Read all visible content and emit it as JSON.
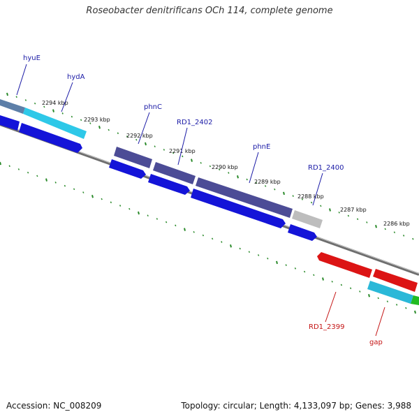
{
  "title": "Roseobacter denitrificans OCh 114, complete genome",
  "footer": {
    "accession": "Accession: NC_008209",
    "summary": "Topology: circular; Length: 4,133,097 bp; Genes: 3,988"
  },
  "colors": {
    "backbone": "#7a7a7a",
    "tick_green": "#2a8a2a",
    "label_blue": "#1a1aa6",
    "label_red": "#c41414",
    "cds_blue": "#1414d8",
    "cds_navy": "#4a4a9a",
    "cds_cyan": "#2ab8d8",
    "cds_gray": "#b8b8b8",
    "cds_red": "#dc1414",
    "cds_green": "#22bb22"
  },
  "kbp_labels": [
    "2294 kbp",
    "2293 kbp",
    "2292 kbp",
    "2291 kbp",
    "2290 kbp",
    "2289 kbp",
    "2288 kbp",
    "2287 kbp",
    "2286 kbp"
  ],
  "genes": [
    {
      "name": "hyuE",
      "strand": "reverse",
      "color": "blue"
    },
    {
      "name": "hydA",
      "strand": "reverse",
      "color": "blue"
    },
    {
      "name": "phnC",
      "strand": "reverse",
      "color": "blue"
    },
    {
      "name": "RD1_2402",
      "strand": "reverse",
      "color": "blue"
    },
    {
      "name": "phnE",
      "strand": "reverse",
      "color": "blue"
    },
    {
      "name": "RD1_2400",
      "strand": "reverse",
      "color": "blue"
    },
    {
      "name": "RD1_2399",
      "strand": "forward",
      "color": "red"
    },
    {
      "name": "gap",
      "strand": "forward",
      "color": "red"
    }
  ]
}
